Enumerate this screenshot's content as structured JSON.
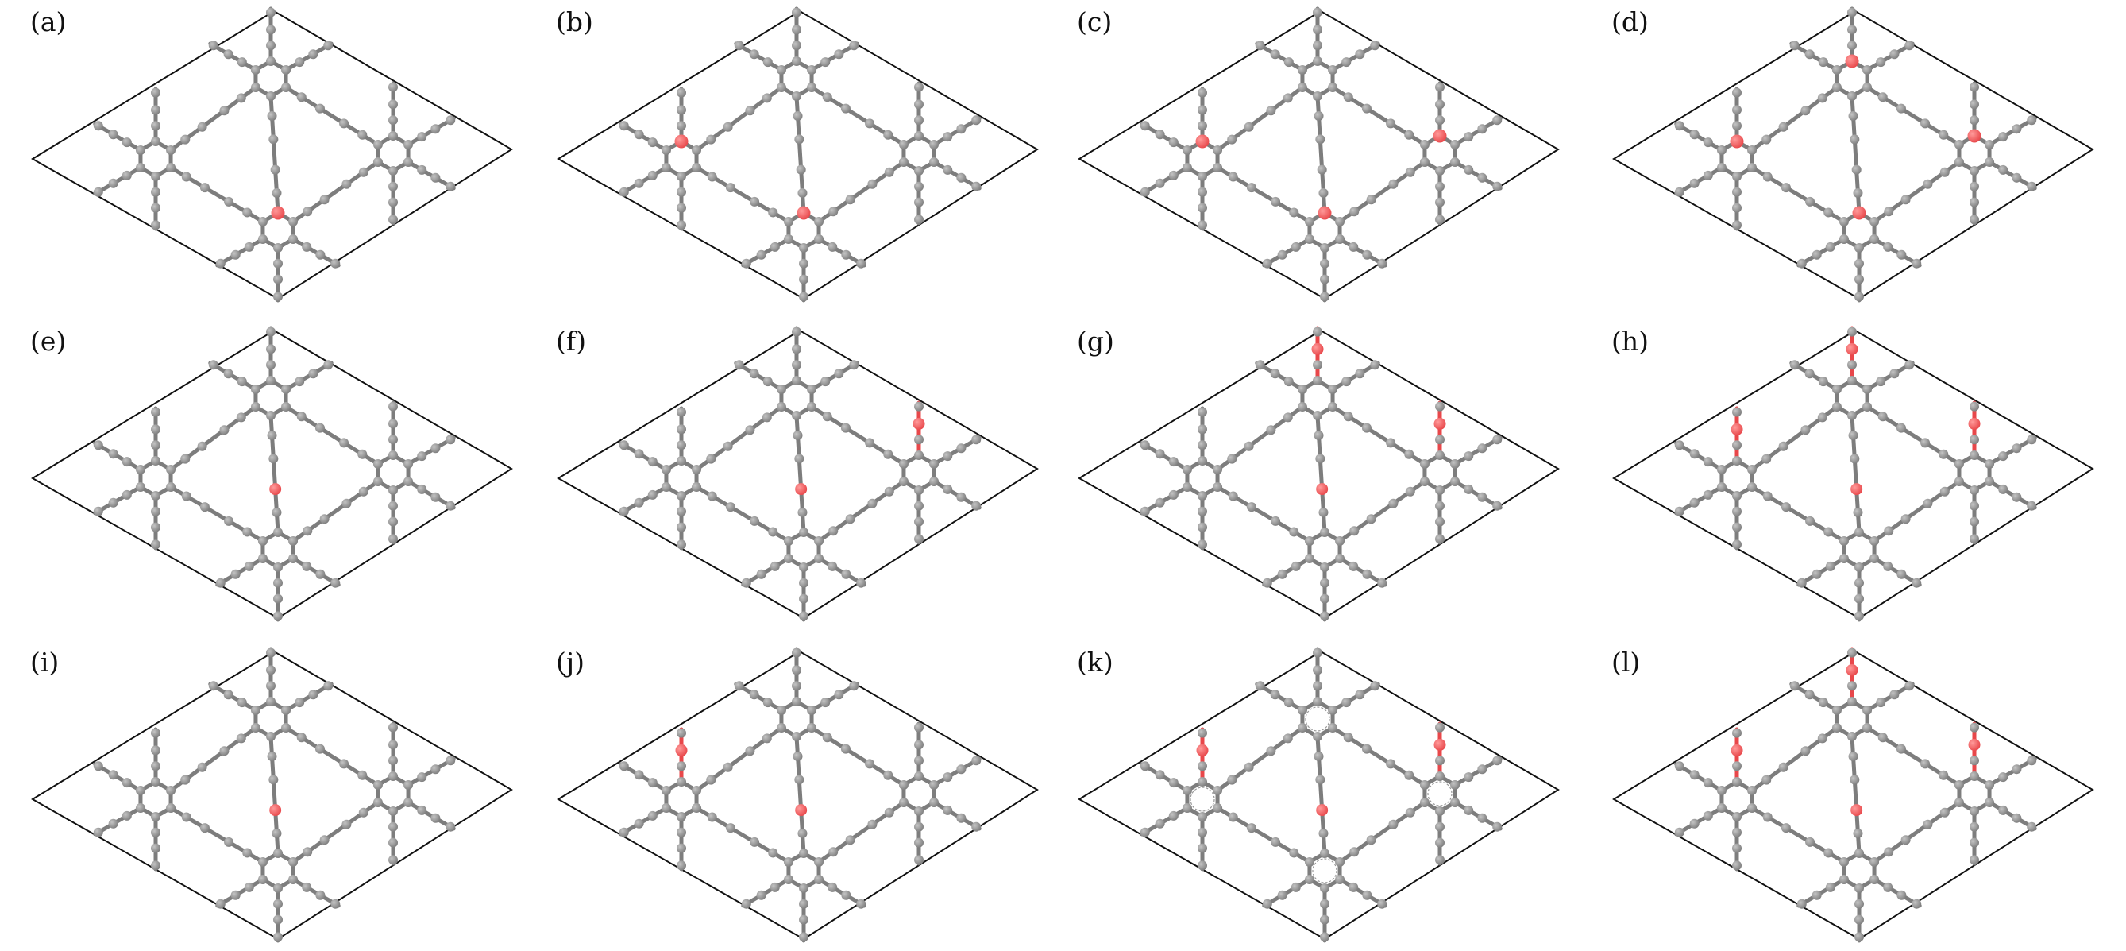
{
  "figure": {
    "panels": [
      {
        "label": "(a)"
      },
      {
        "label": "(b)"
      },
      {
        "label": "(c)"
      },
      {
        "label": "(d)"
      },
      {
        "label": "(e)"
      },
      {
        "label": "(f)"
      },
      {
        "label": "(g)"
      },
      {
        "label": "(h)"
      },
      {
        "label": "(i)"
      },
      {
        "label": "(j)"
      },
      {
        "label": "(k)"
      },
      {
        "label": "(l)"
      }
    ]
  },
  "colors": {
    "carbon": "#7d7d7d",
    "dopant": "#e8474a",
    "cell": "#111111"
  }
}
